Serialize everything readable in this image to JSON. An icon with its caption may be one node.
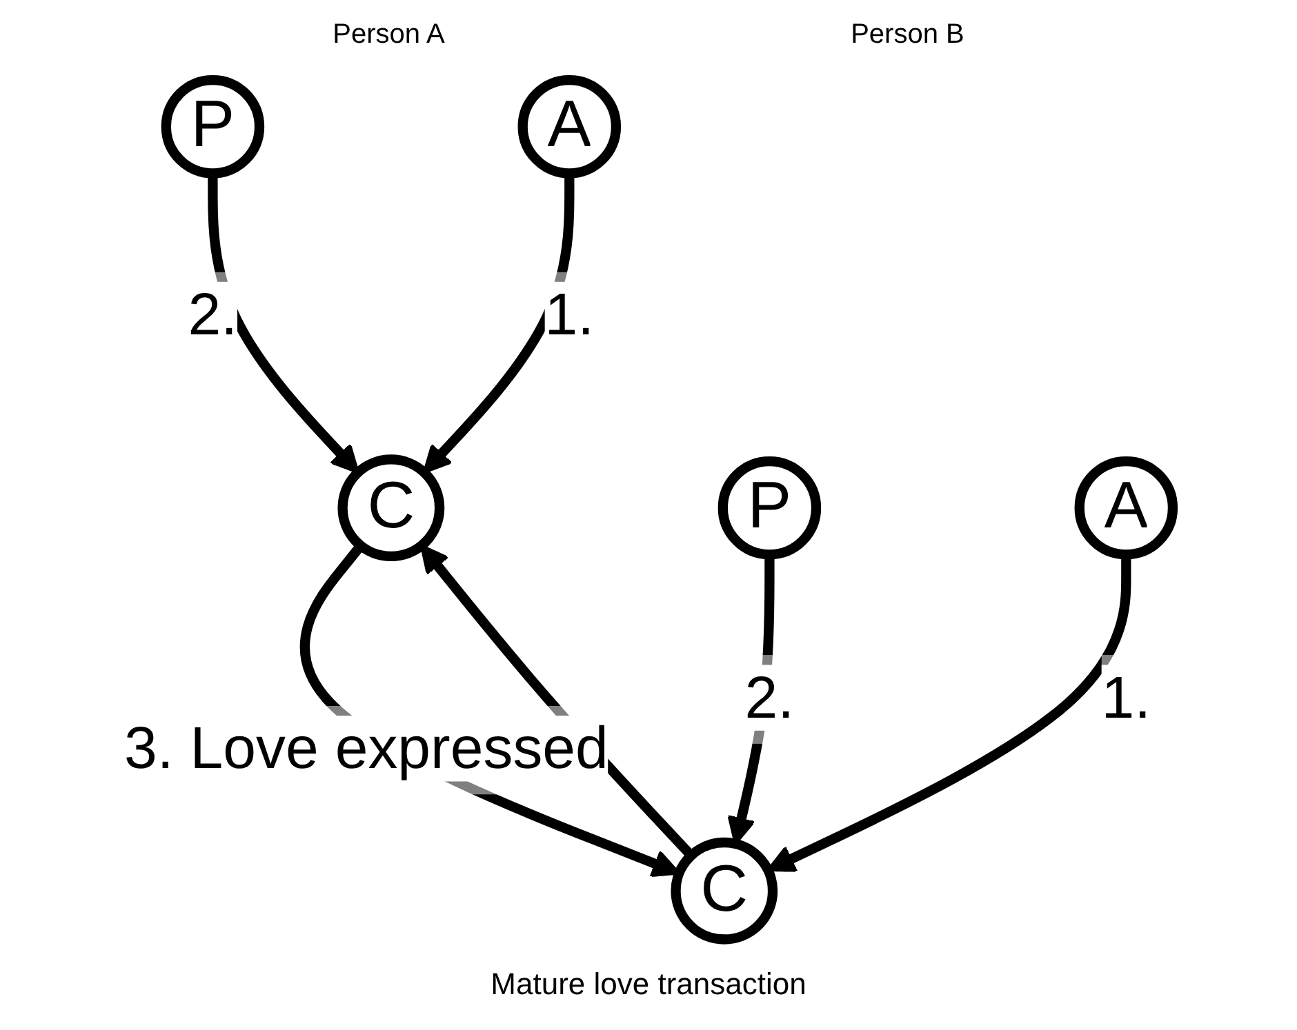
{
  "diagram": {
    "caption": "Mature love transaction",
    "nodes": [
      {
        "text": [
          "P"
        ]
      },
      {
        "text": [
          "A"
        ]
      },
      {
        "text": [
          "C"
        ]
      },
      {
        "text": [
          "P"
        ]
      },
      {
        "text": [
          "A"
        ]
      },
      {
        "text": [
          "C"
        ]
      }
    ],
    "edges": [
      {
        "from": 0,
        "to": 2,
        "arrow": "to",
        "label": "2."
      },
      {
        "from": 1,
        "to": 2,
        "arrow": "to",
        "label": "1."
      },
      {
        "from": 5,
        "to": 2,
        "arrow": "to"
      },
      {
        "from": 2,
        "to": 5,
        "arrow": "to",
        "label": "3. Love expressed"
      },
      {
        "from": 4,
        "to": 5,
        "arrow": "to",
        "label": "1."
      },
      {
        "from": 3,
        "to": 5,
        "arrow": "to",
        "label": "2."
      }
    ],
    "labels": [
      "Person A",
      "Person B"
    ]
  }
}
